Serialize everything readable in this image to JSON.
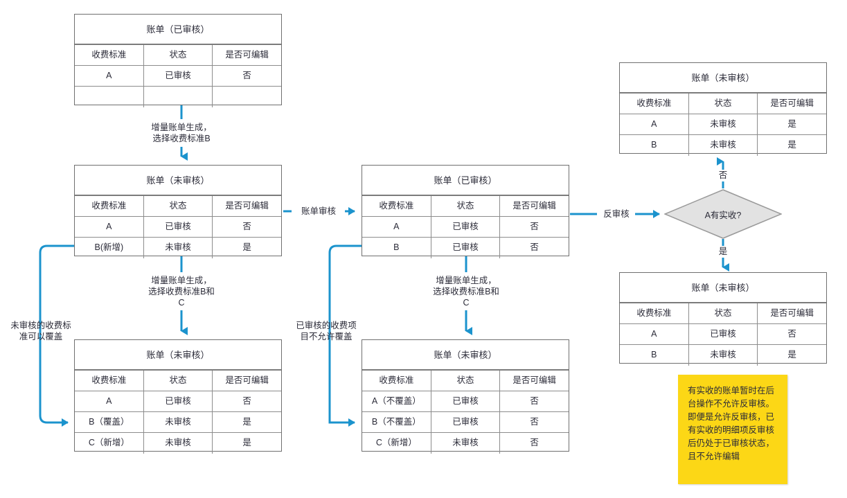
{
  "diagram": {
    "title_audited": "账单（已审核）",
    "title_unaudited": "账单（未审核）",
    "columns": [
      "收费标准",
      "状态",
      "是否可编辑"
    ]
  },
  "tables": {
    "t1": {
      "title": "账单（已审核）",
      "headers": [
        "收费标准",
        "状态",
        "是否可编辑"
      ],
      "rows": [
        [
          "A",
          "已审核",
          "否"
        ],
        [
          "",
          "",
          ""
        ]
      ]
    },
    "t2": {
      "title": "账单（未审核）",
      "headers": [
        "收费标准",
        "状态",
        "是否可编辑"
      ],
      "rows": [
        [
          "A",
          "已审核",
          "否"
        ],
        [
          "B(新增)",
          "未审核",
          "是"
        ]
      ]
    },
    "t3": {
      "title": "账单（未审核）",
      "headers": [
        "收费标准",
        "状态",
        "是否可编辑"
      ],
      "rows": [
        [
          "A",
          "已审核",
          "否"
        ],
        [
          "B（覆盖）",
          "未审核",
          "是"
        ],
        [
          "C（新增）",
          "未审核",
          "是"
        ]
      ]
    },
    "t4": {
      "title": "账单（已审核）",
      "headers": [
        "收费标准",
        "状态",
        "是否可编辑"
      ],
      "rows": [
        [
          "A",
          "已审核",
          "否"
        ],
        [
          "B",
          "已审核",
          "否"
        ]
      ]
    },
    "t5": {
      "title": "账单（未审核）",
      "headers": [
        "收费标准",
        "状态",
        "是否可编辑"
      ],
      "rows": [
        [
          "A（不覆盖）",
          "已审核",
          "否"
        ],
        [
          "B（不覆盖）",
          "已审核",
          "否"
        ],
        [
          "C（新增）",
          "未审核",
          "否"
        ]
      ]
    },
    "t6": {
      "title": "账单（未审核）",
      "headers": [
        "收费标准",
        "状态",
        "是否可编辑"
      ],
      "rows": [
        [
          "A",
          "未审核",
          "是"
        ],
        [
          "B",
          "未审核",
          "是"
        ]
      ]
    },
    "t7": {
      "title": "账单（未审核）",
      "headers": [
        "收费标准",
        "状态",
        "是否可编辑"
      ],
      "rows": [
        [
          "A",
          "已审核",
          "否"
        ],
        [
          "B",
          "未审核",
          "是"
        ]
      ]
    }
  },
  "decision": {
    "label": "A有实收?",
    "yes_label": "是",
    "no_label": "否"
  },
  "edges": {
    "e1": "增量账单生成，\n选择收费标准B",
    "e2": "增量账单生成，\n选择收费标准B和\nC",
    "e3": "增量账单生成，\n选择收费标准B和\nC",
    "e4": "账单审核",
    "e5": "反审核",
    "e6": "未审核的收费标\n准可以覆盖",
    "e7": "已审核的收费项\n目不允许覆盖"
  },
  "note": {
    "text": "有实收的账单暂时在后\n台操作不允许反审核。\n即便是允许反审核，已\n有实收的明细项反审核\n后仍处于已审核状态，\n且不允许编辑"
  },
  "colors": {
    "connector": "#1b93cd",
    "table_border": "#6f6f6f",
    "header_rule": "#7b7b7b",
    "diamond_fill": "#e2e2e2",
    "diamond_border": "#9a9a9a",
    "note_bg": "#fcd716",
    "text": "#2b2b38"
  }
}
